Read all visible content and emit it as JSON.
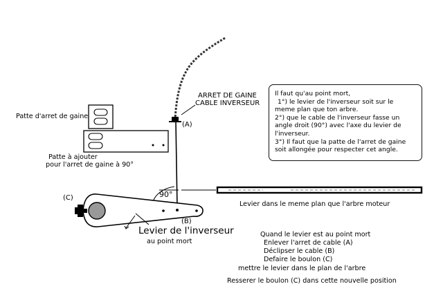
{
  "labels": {
    "cable_stop": "ARRET DE GAINE",
    "cable_reverser": "CABLE INVERSEUR",
    "point_a": "(A)",
    "point_b": "(B)",
    "point_c": "(C)",
    "angle": "90°",
    "sheath_bracket": "Patte d'arret de gaine",
    "bracket_add_line1": "Patte à ajouter",
    "bracket_add_line2": "pour l'arret de gaine à 90°",
    "lever_title": "Levier de l'inverseur",
    "lever_subtitle": "au point mort",
    "shaft_caption": "Levier dans le meme plan que l'arbre moteur"
  },
  "note": [
    "Il faut qu'au point mort,",
    "1°) le levier de l'inverseur soit sur le",
    "meme plan que ton arbre.",
    "2°)  que le cable de l'inverseur fasse un",
    "angle droit (90°) avec l'axe du levier de",
    "l'inverseur.",
    "3°)  Il faut que la patte de l'arret de gaine",
    "soit allongée pour respecter cet angle."
  ],
  "instructions": [
    "Quand le levier est au point mort",
    "Enlever l'arret de cable (A)",
    "Déclipser le cable (B)",
    "Defaire le  boulon (C)",
    "mettre le levier dans le plan de l'arbre",
    "Resserer le boulon  (C) dans cette nouvelle position"
  ]
}
